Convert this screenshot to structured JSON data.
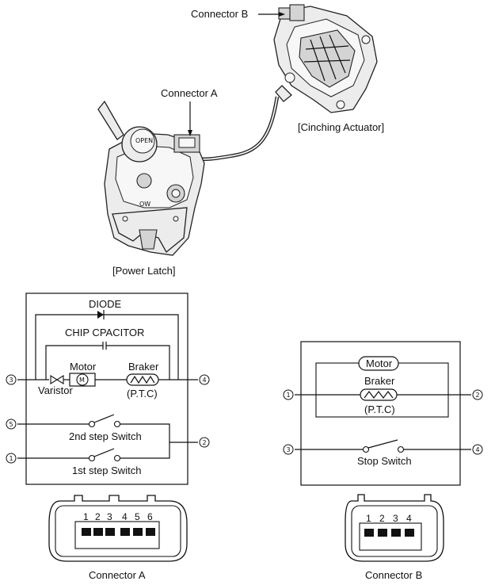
{
  "parts": {
    "connector_b_callout": "Connector B",
    "connector_a_callout": "Connector A",
    "cinching_actuator_caption": "[Cinching Actuator]",
    "power_latch_caption": "[Power Latch]",
    "open_label": "OPEN"
  },
  "circuit_a": {
    "diode": "DIODE",
    "chip_capacitor": "CHIP  CPACITOR",
    "motor": "Motor",
    "motor_symbol": "M",
    "varistor": "Varistor",
    "braker": "Braker",
    "ptc": "(P.T.C)",
    "second_switch": "2nd step Switch",
    "first_switch": "1st step Switch",
    "terminals": {
      "t1": "1",
      "t2": "2",
      "t3": "3",
      "t4": "4",
      "t5": "5"
    }
  },
  "circuit_b": {
    "motor": "Motor",
    "braker": "Braker",
    "ptc": "(P.T.C)",
    "stop_switch": "Stop Switch",
    "terminals": {
      "t1": "1",
      "t2": "2",
      "t3": "3",
      "t4": "4"
    }
  },
  "connector_a": {
    "caption": "Connector A",
    "pins": [
      "1",
      "2",
      "3",
      "4",
      "5",
      "6"
    ]
  },
  "connector_b": {
    "caption": "Connector B",
    "pins": [
      "1",
      "2",
      "3",
      "4"
    ]
  }
}
